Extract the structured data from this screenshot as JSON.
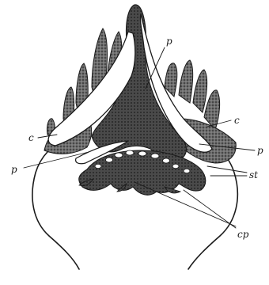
{
  "figure": {
    "labels": {
      "c_left": "c",
      "c_right": "c",
      "p_top": "p",
      "p_left": "p",
      "p_right": "p",
      "st": "st",
      "cp": "cp"
    }
  }
}
